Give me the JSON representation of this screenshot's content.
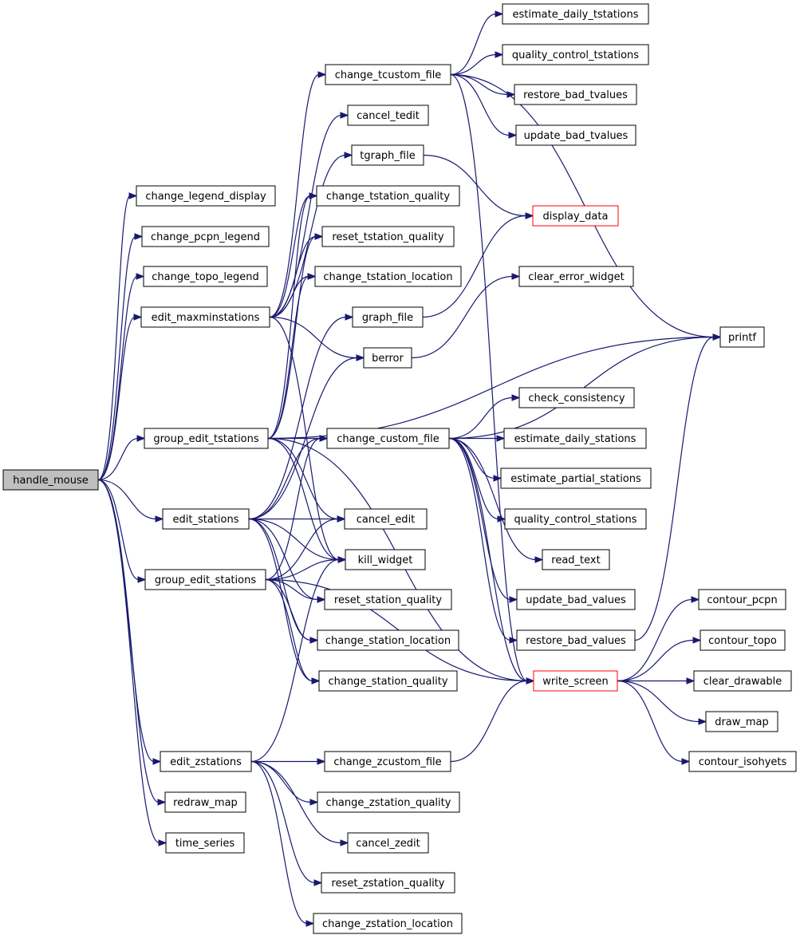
{
  "graph": {
    "edge_color": "#191970",
    "root_fill": "#bfbfbf",
    "truncated_border_color": "#ff0000",
    "nodes": [
      {
        "id": "handle_mouse",
        "label": "handle_mouse",
        "style": "root"
      },
      {
        "id": "change_legend_display",
        "label": "change_legend_display"
      },
      {
        "id": "change_pcpn_legend",
        "label": "change_pcpn_legend"
      },
      {
        "id": "change_topo_legend",
        "label": "change_topo_legend"
      },
      {
        "id": "edit_maxminstations",
        "label": "edit_maxminstations"
      },
      {
        "id": "group_edit_tstations",
        "label": "group_edit_tstations"
      },
      {
        "id": "edit_stations",
        "label": "edit_stations"
      },
      {
        "id": "group_edit_stations",
        "label": "group_edit_stations"
      },
      {
        "id": "edit_zstations",
        "label": "edit_zstations"
      },
      {
        "id": "redraw_map",
        "label": "redraw_map"
      },
      {
        "id": "time_series",
        "label": "time_series"
      },
      {
        "id": "change_tcustom_file",
        "label": "change_tcustom_file"
      },
      {
        "id": "cancel_tedit",
        "label": "cancel_tedit"
      },
      {
        "id": "tgraph_file",
        "label": "tgraph_file"
      },
      {
        "id": "change_tstation_quality",
        "label": "change_tstation_quality"
      },
      {
        "id": "reset_tstation_quality",
        "label": "reset_tstation_quality"
      },
      {
        "id": "change_tstation_location",
        "label": "change_tstation_location"
      },
      {
        "id": "graph_file",
        "label": "graph_file"
      },
      {
        "id": "berror",
        "label": "berror"
      },
      {
        "id": "change_custom_file",
        "label": "change_custom_file"
      },
      {
        "id": "cancel_edit",
        "label": "cancel_edit"
      },
      {
        "id": "kill_widget",
        "label": "kill_widget"
      },
      {
        "id": "reset_station_quality",
        "label": "reset_station_quality"
      },
      {
        "id": "change_station_location",
        "label": "change_station_location"
      },
      {
        "id": "change_station_quality",
        "label": "change_station_quality"
      },
      {
        "id": "change_zcustom_file",
        "label": "change_zcustom_file"
      },
      {
        "id": "change_zstation_quality",
        "label": "change_zstation_quality"
      },
      {
        "id": "cancel_zedit",
        "label": "cancel_zedit"
      },
      {
        "id": "reset_zstation_quality",
        "label": "reset_zstation_quality"
      },
      {
        "id": "change_zstation_location",
        "label": "change_zstation_location"
      },
      {
        "id": "estimate_daily_tstations",
        "label": "estimate_daily_tstations"
      },
      {
        "id": "quality_control_tstations",
        "label": "quality_control_tstations"
      },
      {
        "id": "restore_bad_tvalues",
        "label": "restore_bad_tvalues"
      },
      {
        "id": "update_bad_tvalues",
        "label": "update_bad_tvalues"
      },
      {
        "id": "display_data",
        "label": "display_data",
        "style": "truncated"
      },
      {
        "id": "clear_error_widget",
        "label": "clear_error_widget"
      },
      {
        "id": "check_consistency",
        "label": "check_consistency"
      },
      {
        "id": "estimate_daily_stations",
        "label": "estimate_daily_stations"
      },
      {
        "id": "estimate_partial_stations",
        "label": "estimate_partial_stations"
      },
      {
        "id": "quality_control_stations",
        "label": "quality_control_stations"
      },
      {
        "id": "read_text",
        "label": "read_text"
      },
      {
        "id": "update_bad_values",
        "label": "update_bad_values"
      },
      {
        "id": "restore_bad_values",
        "label": "restore_bad_values"
      },
      {
        "id": "write_screen",
        "label": "write_screen",
        "style": "truncated"
      },
      {
        "id": "printf",
        "label": "printf"
      },
      {
        "id": "contour_pcpn",
        "label": "contour_pcpn"
      },
      {
        "id": "contour_topo",
        "label": "contour_topo"
      },
      {
        "id": "clear_drawable",
        "label": "clear_drawable"
      },
      {
        "id": "draw_map",
        "label": "draw_map"
      },
      {
        "id": "contour_isohyets",
        "label": "contour_isohyets"
      }
    ],
    "edges": [
      [
        "handle_mouse",
        "change_legend_display"
      ],
      [
        "handle_mouse",
        "change_pcpn_legend"
      ],
      [
        "handle_mouse",
        "change_topo_legend"
      ],
      [
        "handle_mouse",
        "edit_maxminstations"
      ],
      [
        "handle_mouse",
        "group_edit_tstations"
      ],
      [
        "handle_mouse",
        "edit_stations"
      ],
      [
        "handle_mouse",
        "group_edit_stations"
      ],
      [
        "handle_mouse",
        "edit_zstations"
      ],
      [
        "handle_mouse",
        "redraw_map"
      ],
      [
        "handle_mouse",
        "time_series"
      ],
      [
        "edit_maxminstations",
        "change_tcustom_file"
      ],
      [
        "edit_maxminstations",
        "cancel_tedit"
      ],
      [
        "edit_maxminstations",
        "tgraph_file"
      ],
      [
        "edit_maxminstations",
        "change_tstation_quality"
      ],
      [
        "edit_maxminstations",
        "reset_tstation_quality"
      ],
      [
        "edit_maxminstations",
        "change_tstation_location"
      ],
      [
        "edit_maxminstations",
        "berror"
      ],
      [
        "edit_maxminstations",
        "kill_widget"
      ],
      [
        "group_edit_tstations",
        "change_tstation_quality"
      ],
      [
        "group_edit_tstations",
        "reset_tstation_quality"
      ],
      [
        "group_edit_tstations",
        "change_tstation_location"
      ],
      [
        "group_edit_tstations",
        "change_custom_file"
      ],
      [
        "group_edit_tstations",
        "printf"
      ],
      [
        "group_edit_tstations",
        "cancel_edit"
      ],
      [
        "group_edit_tstations",
        "kill_widget"
      ],
      [
        "group_edit_tstations",
        "write_screen"
      ],
      [
        "edit_stations",
        "graph_file"
      ],
      [
        "edit_stations",
        "berror"
      ],
      [
        "edit_stations",
        "change_custom_file"
      ],
      [
        "edit_stations",
        "cancel_edit"
      ],
      [
        "edit_stations",
        "kill_widget"
      ],
      [
        "edit_stations",
        "reset_station_quality"
      ],
      [
        "edit_stations",
        "change_station_location"
      ],
      [
        "edit_stations",
        "change_station_quality"
      ],
      [
        "group_edit_stations",
        "change_custom_file"
      ],
      [
        "group_edit_stations",
        "cancel_edit"
      ],
      [
        "group_edit_stations",
        "kill_widget"
      ],
      [
        "group_edit_stations",
        "reset_station_quality"
      ],
      [
        "group_edit_stations",
        "change_station_location"
      ],
      [
        "group_edit_stations",
        "change_station_quality"
      ],
      [
        "group_edit_stations",
        "write_screen"
      ],
      [
        "edit_zstations",
        "kill_widget"
      ],
      [
        "edit_zstations",
        "change_zcustom_file"
      ],
      [
        "edit_zstations",
        "change_zstation_quality"
      ],
      [
        "edit_zstations",
        "cancel_zedit"
      ],
      [
        "edit_zstations",
        "reset_zstation_quality"
      ],
      [
        "edit_zstations",
        "change_zstation_location"
      ],
      [
        "change_tcustom_file",
        "estimate_daily_tstations"
      ],
      [
        "change_tcustom_file",
        "quality_control_tstations"
      ],
      [
        "change_tcustom_file",
        "restore_bad_tvalues"
      ],
      [
        "change_tcustom_file",
        "update_bad_tvalues"
      ],
      [
        "change_tcustom_file",
        "printf"
      ],
      [
        "change_tcustom_file",
        "write_screen"
      ],
      [
        "tgraph_file",
        "display_data"
      ],
      [
        "graph_file",
        "display_data"
      ],
      [
        "berror",
        "clear_error_widget"
      ],
      [
        "change_custom_file",
        "printf"
      ],
      [
        "change_custom_file",
        "check_consistency"
      ],
      [
        "change_custom_file",
        "estimate_daily_stations"
      ],
      [
        "change_custom_file",
        "estimate_partial_stations"
      ],
      [
        "change_custom_file",
        "quality_control_stations"
      ],
      [
        "change_custom_file",
        "read_text"
      ],
      [
        "change_custom_file",
        "update_bad_values"
      ],
      [
        "change_custom_file",
        "restore_bad_values"
      ],
      [
        "change_custom_file",
        "write_screen"
      ],
      [
        "change_zcustom_file",
        "write_screen"
      ],
      [
        "restore_bad_values",
        "printf"
      ],
      [
        "write_screen",
        "contour_pcpn"
      ],
      [
        "write_screen",
        "contour_topo"
      ],
      [
        "write_screen",
        "clear_drawable"
      ],
      [
        "write_screen",
        "draw_map"
      ],
      [
        "write_screen",
        "contour_isohyets"
      ]
    ]
  }
}
